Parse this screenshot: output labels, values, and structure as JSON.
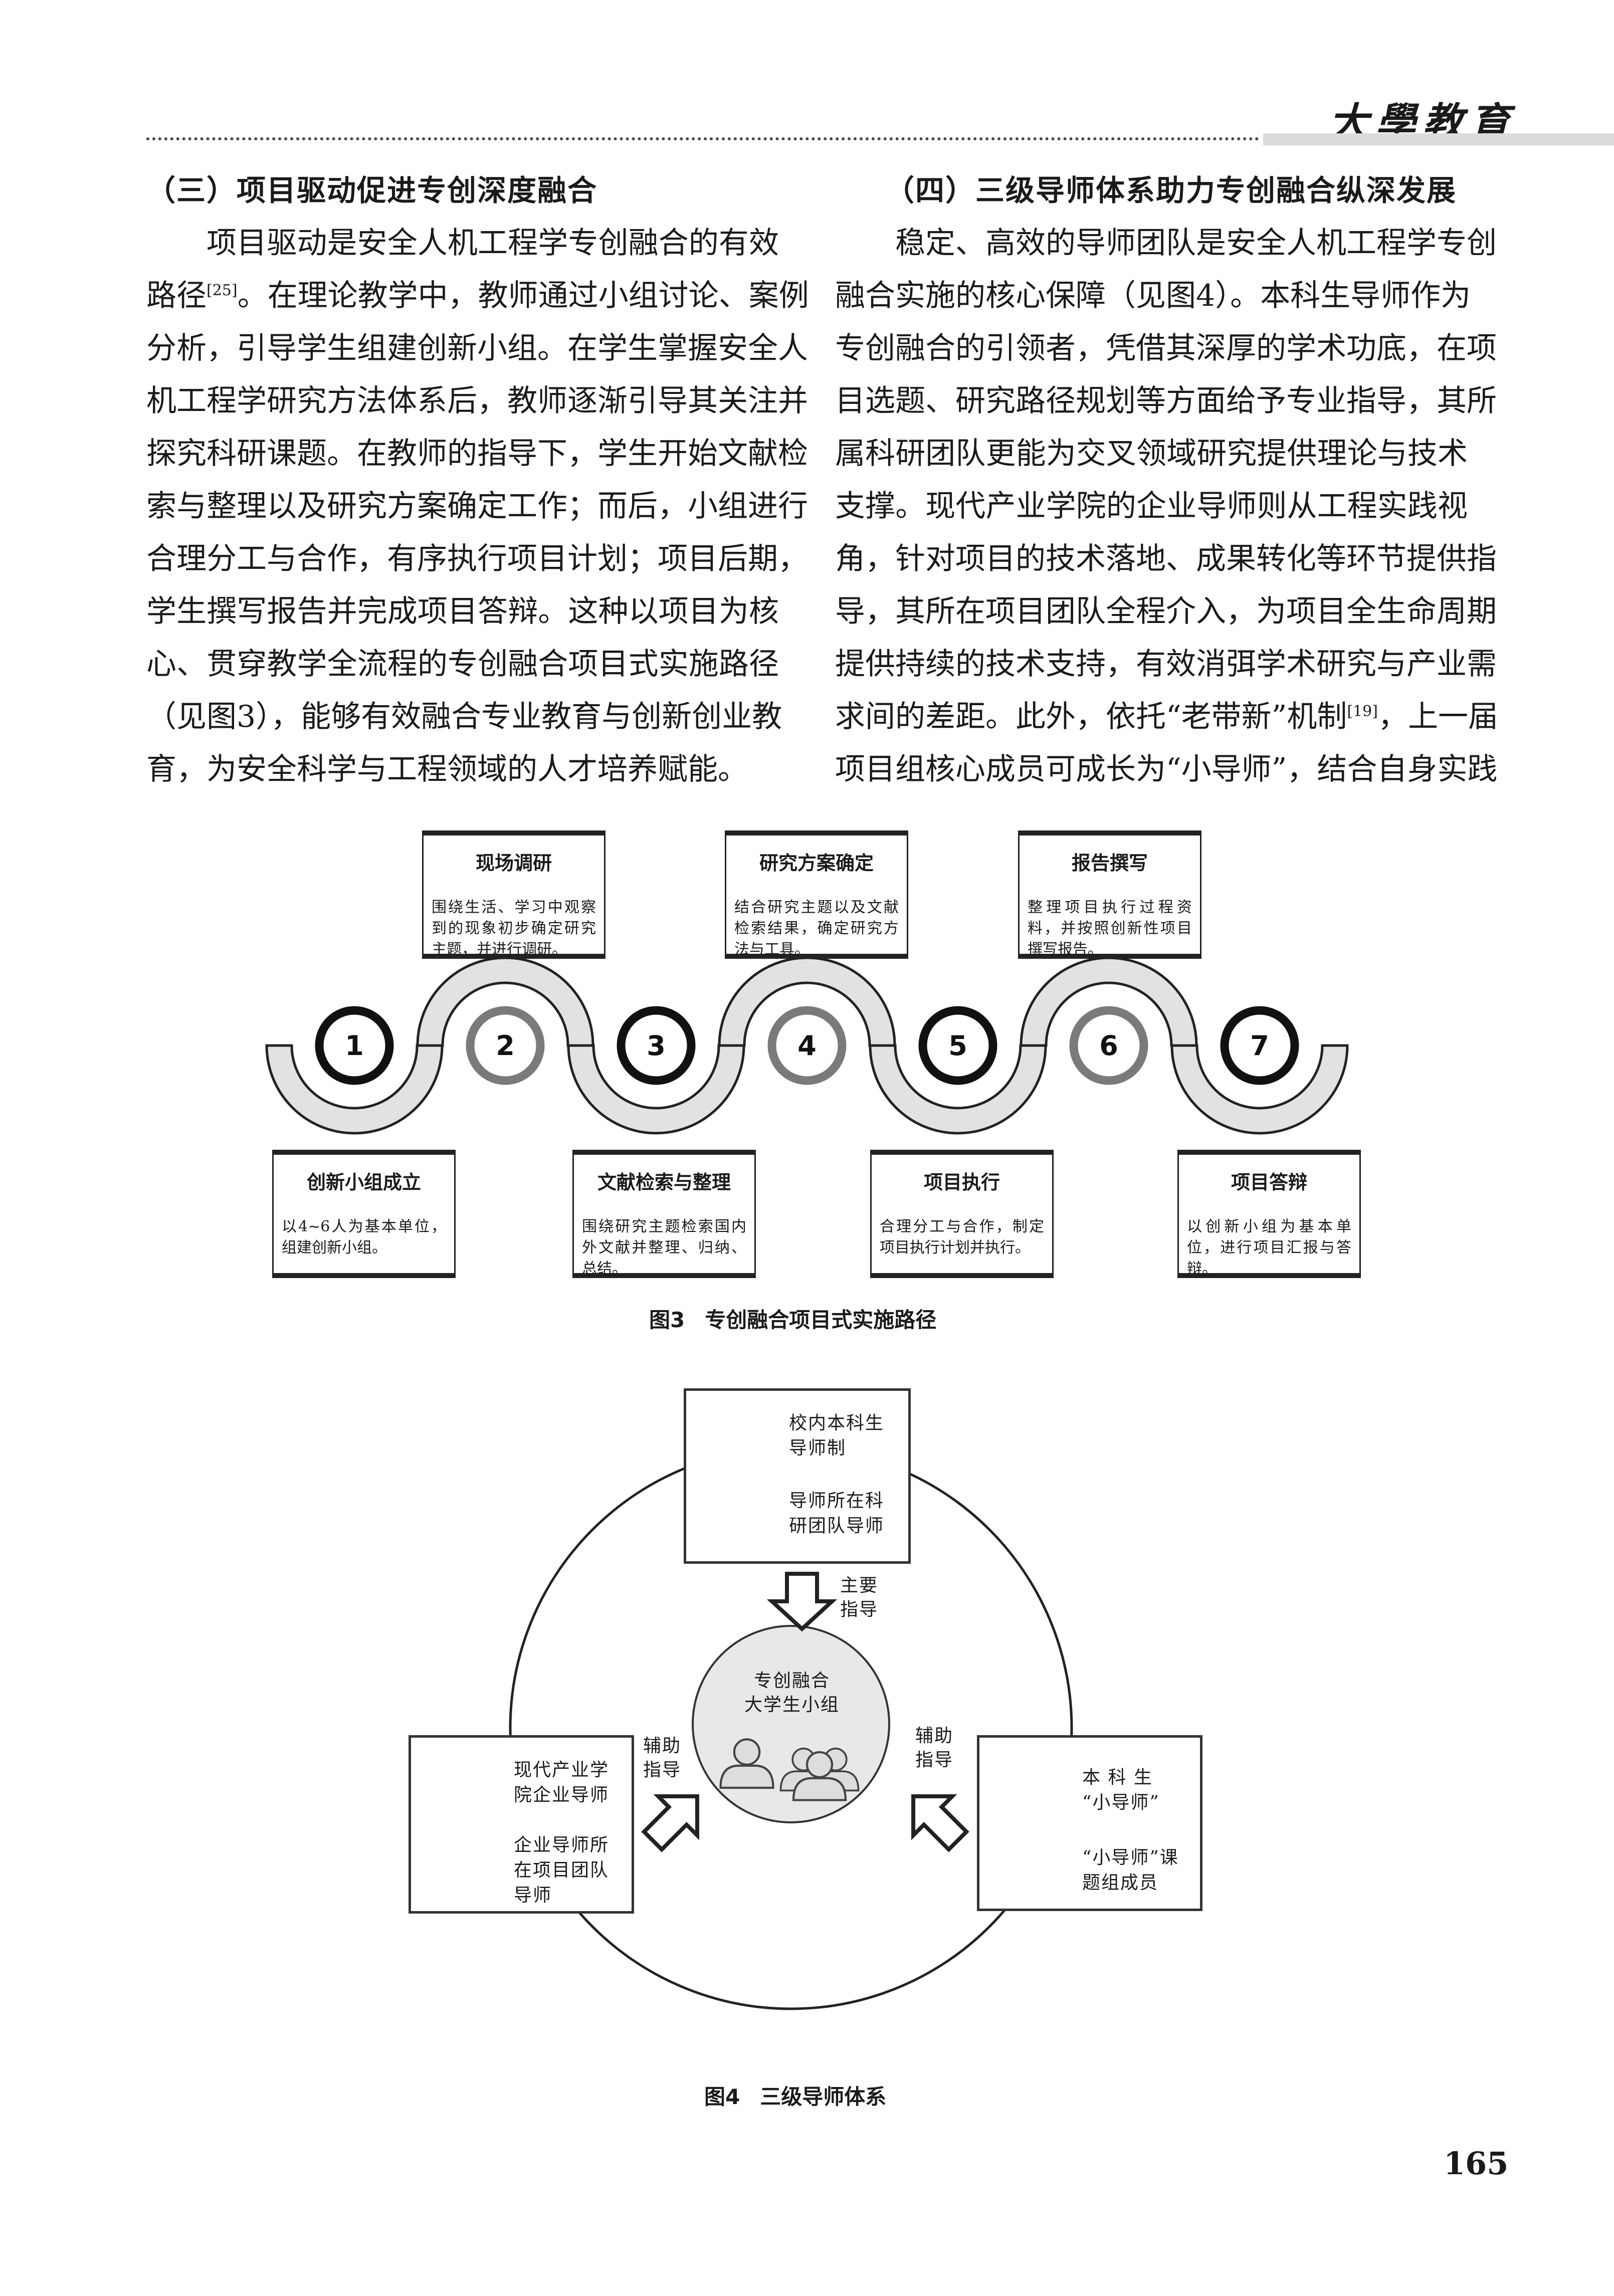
{
  "header": {
    "journal_logo": "大學教育"
  },
  "left_column": {
    "heading": "（三）项目驱动促进专创深度融合",
    "lines": [
      {
        "pre": "项目驱动是安全人机工程学专创融合的有效"
      },
      {
        "pre": "路径",
        "sup": "[25]",
        "post": "。在理论教学中，教师通过小组讨论、案例"
      },
      {
        "pre": "分析，引导学生组建创新小组。在学生掌握安全人"
      },
      {
        "pre": "机工程学研究方法体系后，教师逐渐引导其关注并"
      },
      {
        "pre": "探究科研课题。在教师的指导下，学生开始文献检"
      },
      {
        "pre": "索与整理以及研究方案确定工作；而后，小组进行"
      },
      {
        "pre": "合理分工与合作，有序执行项目计划；项目后期，"
      },
      {
        "pre": "学生撰写报告并完成项目答辩。这种以项目为核"
      },
      {
        "pre": "心、贯穿教学全流程的专创融合项目式实施路径"
      },
      {
        "pre": "（见图3），能够有效融合专业教育与创新创业教"
      },
      {
        "pre": "育，为安全科学与工程领域的人才培养赋能。"
      }
    ]
  },
  "right_column": {
    "heading": "（四）三级导师体系助力专创融合纵深发展",
    "lines": [
      {
        "pre": "稳定、高效的导师团队是安全人机工程学专创"
      },
      {
        "pre": "融合实施的核心保障（见图4）。本科生导师作为"
      },
      {
        "pre": "专创融合的引领者，凭借其深厚的学术功底，在项"
      },
      {
        "pre": "目选题、研究路径规划等方面给予专业指导，其所"
      },
      {
        "pre": "属科研团队更能为交叉领域研究提供理论与技术"
      },
      {
        "pre": "支撑。现代产业学院的企业导师则从工程实践视"
      },
      {
        "pre": "角，针对项目的技术落地、成果转化等环节提供指"
      },
      {
        "pre": "导，其所在项目团队全程介入，为项目全生命周期"
      },
      {
        "pre": "提供持续的技术支持，有效消弭学术研究与产业需"
      },
      {
        "pre": "求间的差距。此外，依托“老带新”机制",
        "sup": "[19]",
        "post": "，上一届"
      },
      {
        "pre": "项目组核心成员可成长为“小导师”，结合自身实践"
      }
    ]
  },
  "figure3": {
    "steps": [
      "1",
      "2",
      "3",
      "4",
      "5",
      "6",
      "7"
    ],
    "top_boxes": [
      {
        "title": "现场调研",
        "body": "围绕生活、学习中观察到的现象初步确定研究主题，并进行调研。"
      },
      {
        "title": "研究方案确定",
        "body": "结合研究主题以及文献检索结果，确定研究方法与工具。"
      },
      {
        "title": "报告撰写",
        "body": "整理项目执行过程资料，并按照创新性项目撰写报告。"
      }
    ],
    "bottom_boxes": [
      {
        "title": "创新小组成立",
        "body": "以4~6人为基本单位，组建创新小组。"
      },
      {
        "title": "文献检索与整理",
        "body": "围绕研究主题检索国内外文献并整理、归纳、总结。"
      },
      {
        "title": "项目执行",
        "body": "合理分工与合作，制定项目执行计划并执行。"
      },
      {
        "title": "项目答辩",
        "body": "以创新小组为基本单位，进行项目汇报与答辩。"
      }
    ],
    "caption_num": "图3",
    "caption_text": "专创融合项目式实施路径"
  },
  "figure4": {
    "top_box": [
      "校内本科生\n导师制",
      "导师所在科\n研团队导师"
    ],
    "left_box": [
      "现代产业学\n院企业导师",
      "企业导师所\n在项目团队\n导师"
    ],
    "right_box": [
      "本 科 生\n“小导师”",
      "“小导师”课\n题组成员"
    ],
    "center": "专创融合\n大学生小组",
    "main_guidance": "主要\n指导",
    "aux_guidance_left": "辅助\n指导",
    "aux_guidance_right": "辅助\n指导",
    "caption_num": "图4",
    "caption_text": "三级导师体系"
  },
  "page_number": "165",
  "colors": {
    "band": "#e2e2e2",
    "odd_ring": "#111111",
    "even_ring": "#7a7a7a",
    "center_fill": "#e8e8e8"
  }
}
